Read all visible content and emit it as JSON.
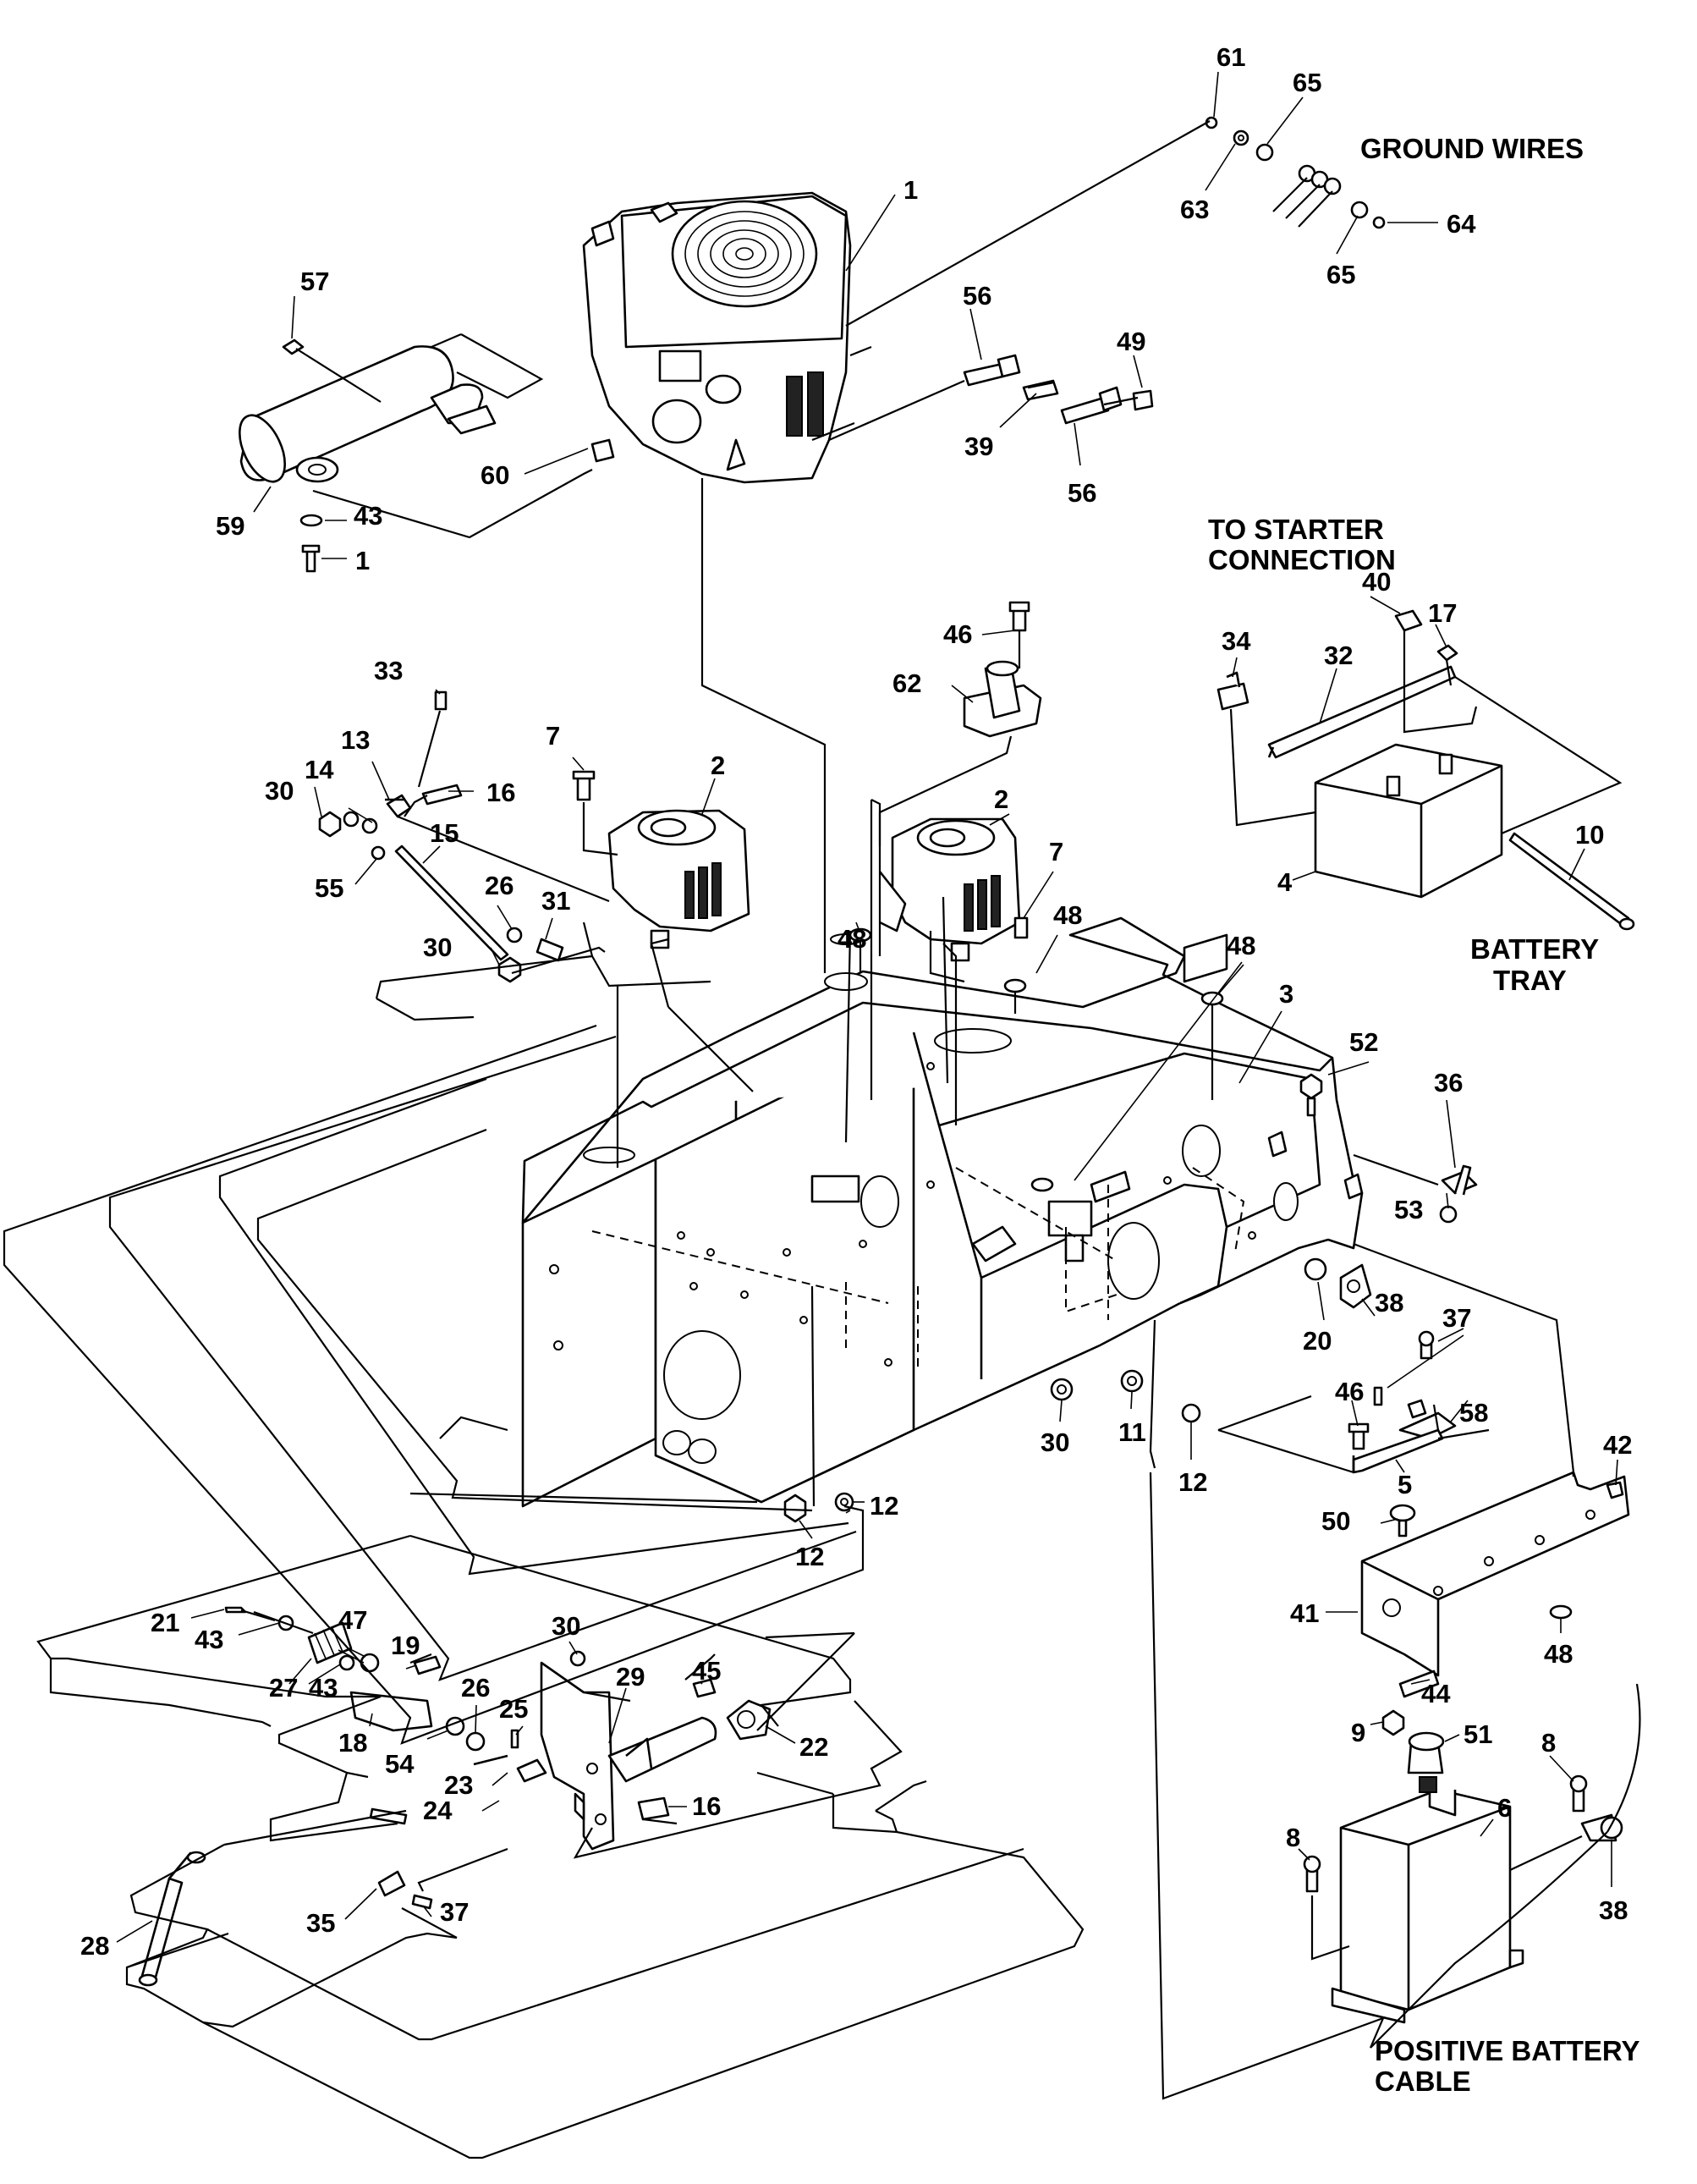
{
  "captions": {
    "ground_wires": "GROUND WIRES",
    "to_starter_1": "TO STARTER",
    "to_starter_2": "CONNECTION",
    "battery_tray_1": "BATTERY",
    "battery_tray_2": "TRAY",
    "pos_cable_1": "POSITIVE BATTERY",
    "pos_cable_2": "CABLE"
  },
  "callouts": {
    "c61": "61",
    "c65a": "65",
    "c63": "63",
    "c64": "64",
    "c65b": "65",
    "c1a": "1",
    "c57": "57",
    "c60": "60",
    "c43a": "43",
    "c59": "59",
    "c1b": "1",
    "c56a": "56",
    "c49": "49",
    "c39": "39",
    "c56b": "56",
    "c40": "40",
    "c17": "17",
    "c34": "34",
    "c32": "32",
    "c10": "10",
    "c4": "4",
    "c46a": "46",
    "c62": "62",
    "c33": "33",
    "c13": "13",
    "c14": "14",
    "c30a": "30",
    "c16a": "16",
    "c15": "15",
    "c55": "55",
    "c26a": "26",
    "c31": "31",
    "c30b": "30",
    "c7a": "7",
    "c2a": "2",
    "c2b": "2",
    "c7b": "7",
    "c48a": "48",
    "c48b": "48",
    "c48c": "48",
    "c3": "3",
    "c52": "52",
    "c36": "36",
    "c53": "53",
    "c38a": "38",
    "c20": "20",
    "c37a": "37",
    "c46b": "46",
    "c58": "58",
    "c5": "5",
    "c30c": "30",
    "c11": "11",
    "c12a": "12",
    "c12b": "12",
    "c12c": "12",
    "c42": "42",
    "c50": "50",
    "c41": "41",
    "c48d": "48",
    "c44": "44",
    "c9": "9",
    "c51": "51",
    "c8a": "8",
    "c8b": "8",
    "c6": "6",
    "c38b": "38",
    "c21": "21",
    "c43b": "43",
    "c27": "27",
    "c43c": "43",
    "c47": "47",
    "c19": "19",
    "c18": "18",
    "c54": "54",
    "c26b": "26",
    "c30d": "30",
    "c29": "29",
    "c45": "45",
    "c22": "22",
    "c25": "25",
    "c23": "23",
    "c24": "24",
    "c16b": "16",
    "c28": "28",
    "c35": "35",
    "c37b": "37"
  }
}
